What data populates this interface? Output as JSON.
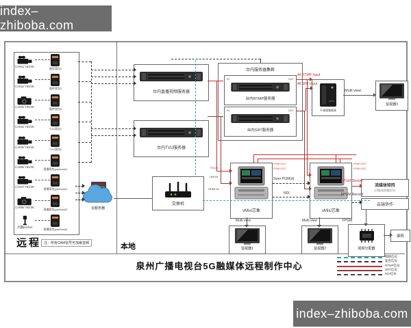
{
  "watermark": "index–zhiboba.com",
  "title": "泉州广播电视台5G融媒体远程制作中心",
  "remote": {
    "label": "远程",
    "note": "注：所有CAM信号可加嵌音频",
    "rows": [
      {
        "camera": "CAM1/ HD/4K",
        "device": "图传背包1",
        "icon": "camcorder"
      },
      {
        "camera": "CAM2/ HD/4K",
        "device": "图传背包2",
        "icon": "camcorder"
      },
      {
        "camera": "CAM3/ HD/4K",
        "device": "图传背包3",
        "icon": "dslr"
      },
      {
        "camera": "CAM4/ HD/4K",
        "device": "TVU背包1",
        "icon": "camcorder"
      },
      {
        "camera": "CAM5/ HD/4K",
        "device": "TVU背包2",
        "icon": "camcorder"
      },
      {
        "camera": "CAM6/ HD/4K",
        "device": "直播背包(padmini)1",
        "icon": "camcorder"
      },
      {
        "camera": "CAM7/ HD/4K",
        "device": "直播背包(padmini)2",
        "icon": "camcorder"
      },
      {
        "camera": "CAM8/ HD/4K",
        "device": "直播背包(padmini)3",
        "icon": "dslr"
      },
      {
        "camera": "大疆pocket",
        "device": "直播背包(padmini)4",
        "icon": "gimbal"
      }
    ]
  },
  "local": {
    "label": "本地"
  },
  "server_live": "台内直播视频服务器",
  "server_tvu": "台内TVU服务器",
  "cluster": {
    "title": "台内服务器集群",
    "rtmp": "台内RTMP服务器",
    "srt": "台内SRT服务器",
    "in": "IN",
    "out": "OUT"
  },
  "matrix": "千视视频矩阵",
  "switch": "交换机",
  "cloud": "云服务器",
  "vmix": "vMix/芯象",
  "monitors": {
    "m1": "监视器1",
    "m2": "监视器2",
    "m3": "监视器3"
  },
  "stream_matrix": {
    "title": "流媒体矩阵",
    "sub": "(可推流多路信号)"
  },
  "cloud_collab": "云端协作",
  "distributor": "视频分配器",
  "recorder": "录机",
  "flow": {
    "multiview": "Multi view",
    "all_rtmp": "All RTMP Input",
    "all_srt": "All SRT Input",
    "pgm_out": "PGM OUT",
    "swer": "Swer PGM(d)",
    "ndi": "NDI",
    "fpgm_stream": "FPGM Stream",
    "fpgm_record": "FPGM Record",
    "fpgm": "FPGM",
    "tvu4k": "TVU4K",
    "uni_in": "UNI IN",
    "hdmi_in": "HDMI IN"
  },
  "legend": [
    {
      "label": "网络信号",
      "style": "dashed",
      "color": "#2aa79f"
    },
    {
      "label": "复合信号",
      "style": "dashed",
      "color": "#333333"
    },
    {
      "label": "RTMP信号",
      "style": "solid",
      "color": "#c9302c"
    },
    {
      "label": "SRT信号",
      "style": "solid",
      "color": "#8b3a3a"
    },
    {
      "label": "NDI信号",
      "style": "dashdot",
      "color": "#444444"
    }
  ]
}
